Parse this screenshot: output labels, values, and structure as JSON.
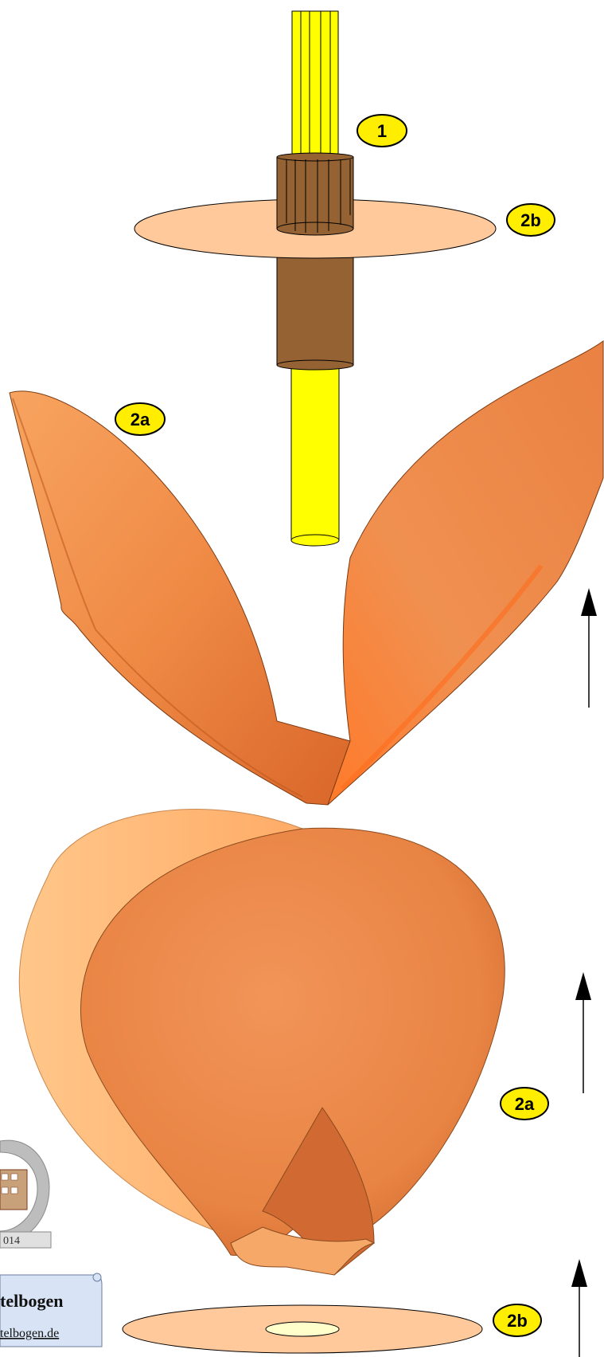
{
  "labels": {
    "part_1": "1",
    "part_2b_top": "2b",
    "part_2a_top": "2a",
    "part_2a_bottom": "2a",
    "part_2b_bottom": "2b"
  },
  "logo": {
    "year_fragment": "014",
    "name_fragment": "telbogen",
    "url_fragment": "telbogen.de"
  },
  "colors": {
    "label_fill": "#ffee00",
    "rod_yellow": "#ffff00",
    "sleeve_brown": "#956233",
    "disc_peach": "#ffc99b",
    "paper_orange": "#f08a45",
    "paper_light": "#ffb777"
  }
}
